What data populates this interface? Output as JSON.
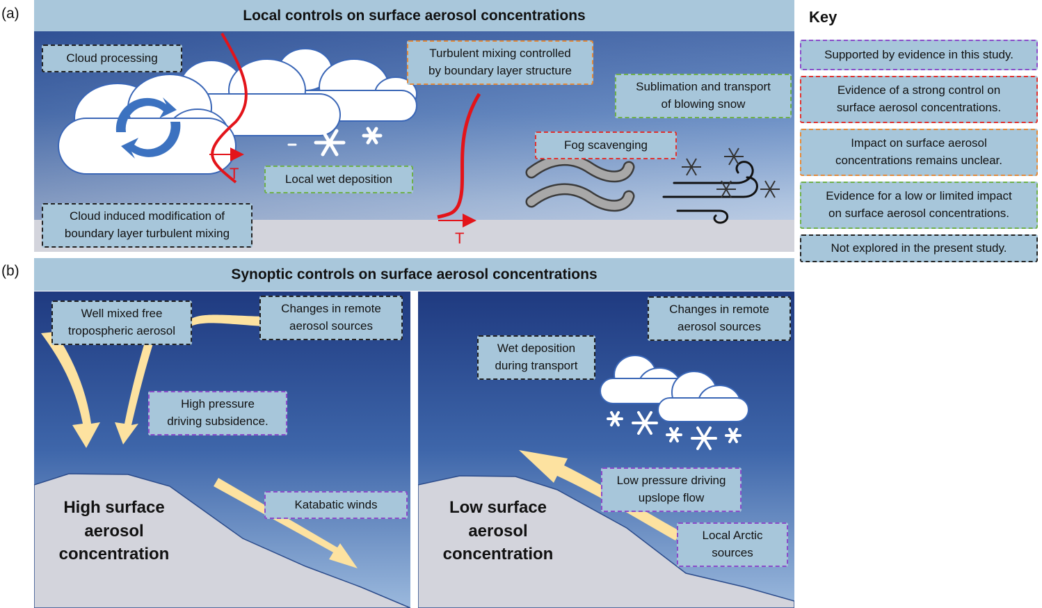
{
  "panel_a": {
    "letter": "(a)",
    "title": "Local controls on surface aerosol concentrations",
    "labels": {
      "cloud_processing": "Cloud processing",
      "cloud_mixing": "Cloud induced modification of\nboundary layer turbulent mixing",
      "local_wet_deposition": "Local wet deposition",
      "turbulent_mixing": "Turbulent mixing controlled\nby boundary layer structure",
      "sublimation": "Sublimation and transport\nof blowing snow",
      "fog_scavenging": "Fog scavenging"
    },
    "temperature_symbol_1": "T",
    "temperature_symbol_2": "T"
  },
  "panel_b": {
    "letter": "(b)",
    "title": "Synoptic controls on surface aerosol concentrations",
    "left": {
      "labels": {
        "well_mixed": "Well mixed free\ntropospheric aerosol",
        "remote_sources": "Changes in remote\naerosol sources",
        "high_pressure": "High pressure\ndriving subsidence.",
        "katabatic": "Katabatic winds"
      },
      "surface_text": "High surface\naerosol\nconcentration"
    },
    "right": {
      "labels": {
        "remote_sources": "Changes in remote\naerosol sources",
        "wet_deposition": "Wet deposition\nduring transport",
        "low_pressure": "Low pressure driving\nupslope flow",
        "local_arctic": "Local Arctic\nsources"
      },
      "surface_text": "Low surface\naerosol\nconcentration"
    }
  },
  "key": {
    "title": "Key",
    "items": [
      {
        "text": "Supported by evidence in this study.",
        "color": "#8b4bc9"
      },
      {
        "text": "Evidence of a strong control on\nsurface aerosol concentrations.",
        "color": "#e0322f"
      },
      {
        "text": "Impact on surface aerosol\nconcentrations remains unclear.",
        "color": "#e38a3a"
      },
      {
        "text": "Evidence for a low or limited impact\non surface aerosol concentrations.",
        "color": "#6fb04a"
      },
      {
        "text": "Not explored in the present study.",
        "color": "#222222"
      }
    ]
  },
  "colors": {
    "label_fill": "#a7c6da",
    "title_bar": "#a9c7db",
    "sky_top": "#223f86",
    "arrow_yellow": "#fde2a0",
    "ground": "#d3d4dc",
    "temperature_red": "#e3141a"
  }
}
